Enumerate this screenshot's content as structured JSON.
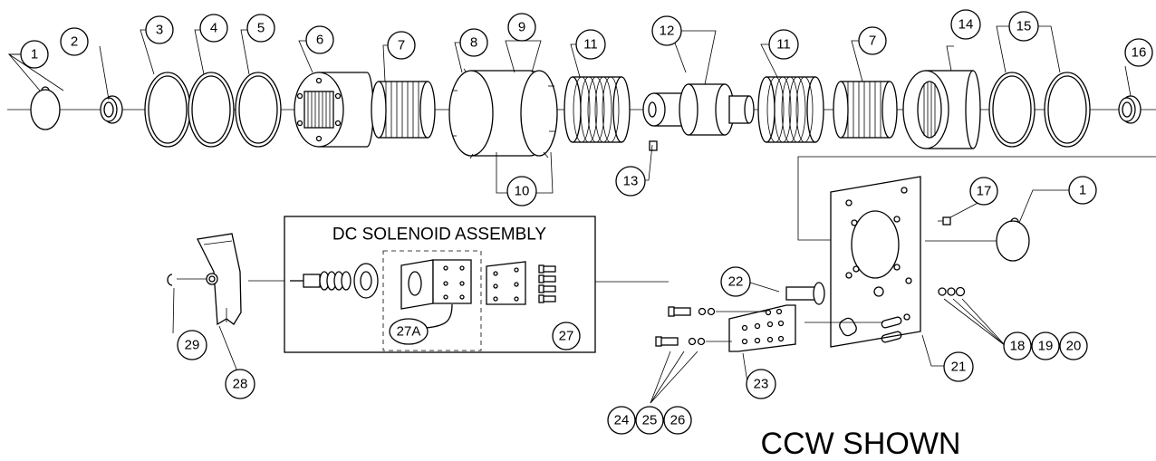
{
  "diagram": {
    "assembly_title": "DC SOLENOID ASSEMBLY",
    "caption": "CCW SHOWN",
    "balloons": [
      "1",
      "2",
      "3",
      "4",
      "5",
      "6",
      "7",
      "8",
      "9",
      "10",
      "11",
      "12",
      "13",
      "14",
      "11",
      "7",
      "15",
      "16",
      "17",
      "1",
      "22",
      "21",
      "18",
      "19",
      "20",
      "23",
      "24",
      "25",
      "26",
      "27",
      "27A",
      "28",
      "29"
    ]
  }
}
